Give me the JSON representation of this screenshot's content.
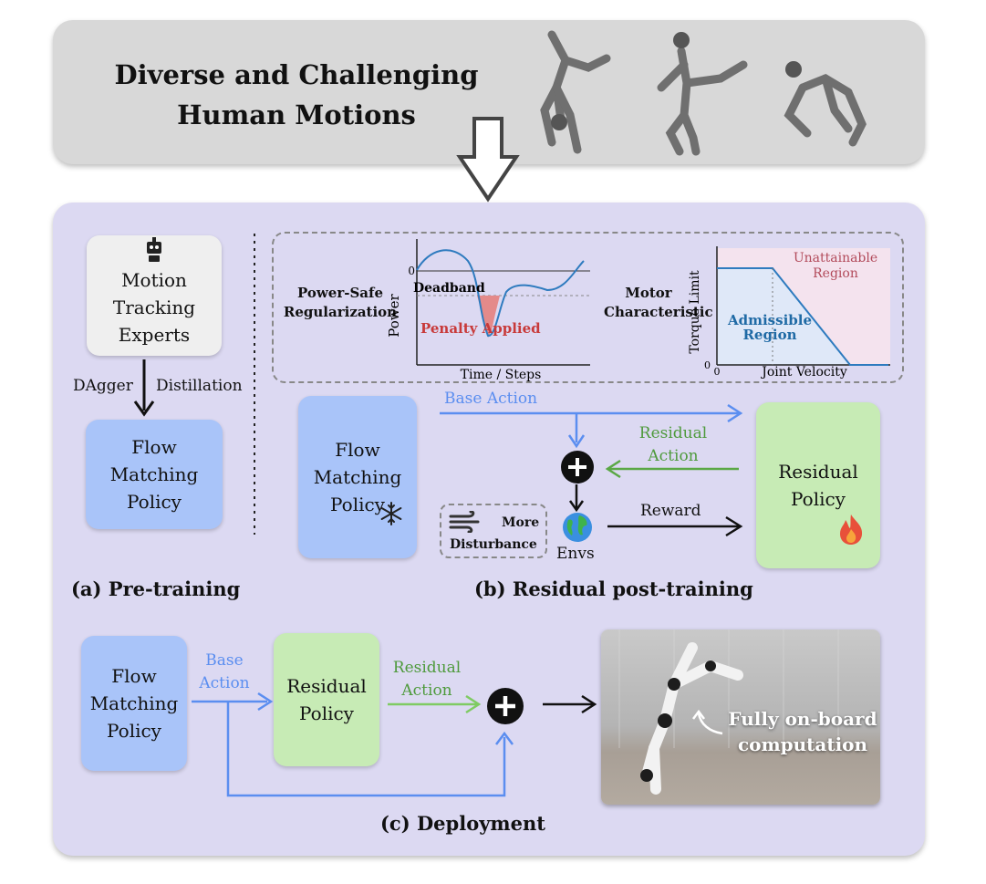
{
  "banner": {
    "title_line1": "Diverse and Challenging",
    "title_line2": "Human Motions"
  },
  "pretraining": {
    "experts_line1": "Motion",
    "experts_line2": "Tracking",
    "experts_line3": "Experts",
    "dagger": "DAgger",
    "distillation": "Distillation",
    "policy_line1": "Flow",
    "policy_line2": "Matching",
    "policy_line3": "Policy",
    "caption": "(a) Pre-training"
  },
  "power_plot": {
    "left_label_line1": "Power-Safe",
    "left_label_line2": "Regularization",
    "ylabel": "Power",
    "xlabel": "Time / Steps",
    "zero": "0",
    "deadband": "Deadband",
    "penalty": "Penalty Applied"
  },
  "motor_plot": {
    "label_line1": "Motor",
    "label_line2": "Characteristic",
    "ylabel": "Torque Limit",
    "xlabel": "Joint Velocity",
    "zero_x": "0",
    "zero_y": "0",
    "unattainable_line1": "Unattainable",
    "unattainable_line2": "Region",
    "admissible_line1": "Admissible",
    "admissible_line2": "Region"
  },
  "residual_training": {
    "frozen_policy_line1": "Flow",
    "frozen_policy_line2": "Matching",
    "frozen_policy_line3": "Policy",
    "base_action": "Base Action",
    "residual_action_line1": "Residual",
    "residual_action_line2": "Action",
    "reward": "Reward",
    "envs": "Envs",
    "disturbance_line1": "More",
    "disturbance_line2": "Disturbance",
    "residual_policy_line1": "Residual",
    "residual_policy_line2": "Policy",
    "caption": "(b)  Residual post-training"
  },
  "deployment": {
    "policy_line1": "Flow",
    "policy_line2": "Matching",
    "policy_line3": "Policy",
    "base_line1": "Base",
    "base_line2": "Action",
    "residual_policy_line1": "Residual",
    "residual_policy_line2": "Policy",
    "residual_action_line1": "Residual",
    "residual_action_line2": "Action",
    "onboard_line1": "Fully on-board",
    "onboard_line2": "computation",
    "caption": "(c) Deployment"
  },
  "colors": {
    "blue_box": "#a9c4f9",
    "green_box": "#c7ebb5",
    "blue_arrow": "#5b8ef0",
    "green_arrow": "#5aa845",
    "penalty_red": "#d23a3a",
    "panel_bg": "#dcd9f2"
  }
}
